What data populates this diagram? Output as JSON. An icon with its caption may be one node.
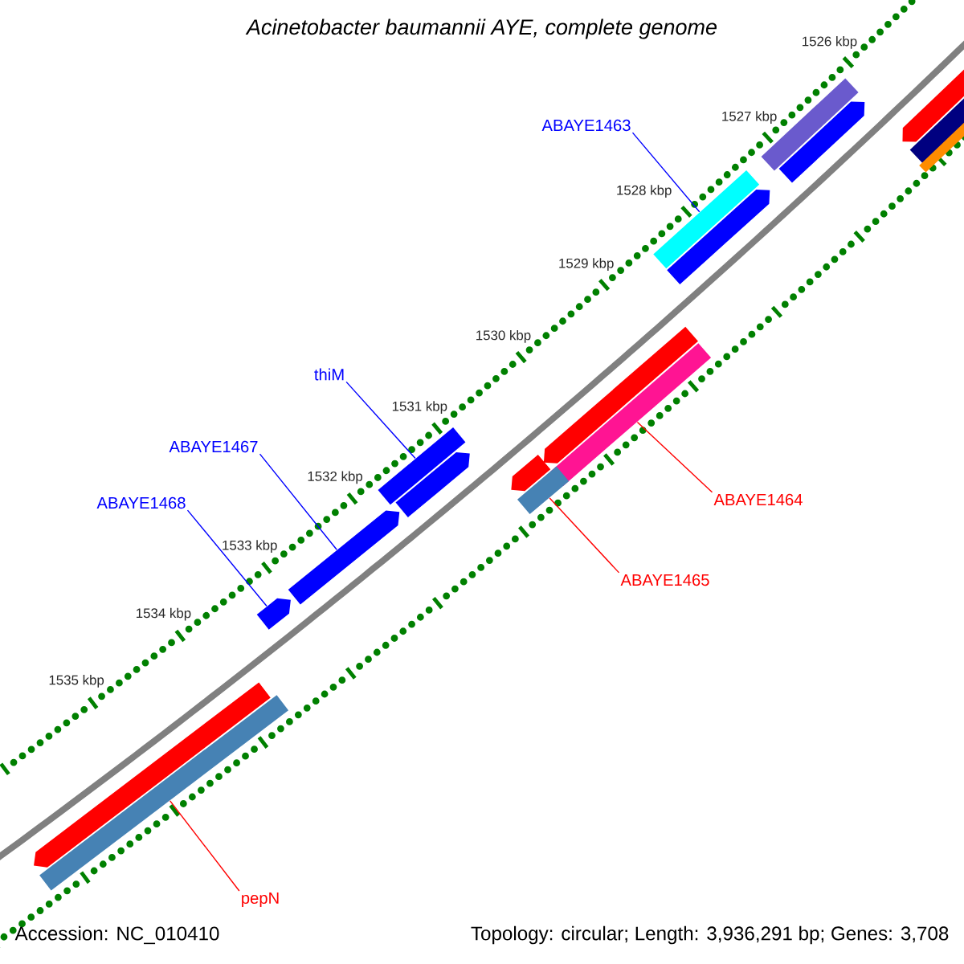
{
  "diagram": {
    "title": "Acinetobacter baumannii AYE, complete genome",
    "nodes": [
      {
        "text": [
          "ABAYE1463"
        ]
      },
      {
        "text": [],
        "shape": "bar"
      },
      {
        "text": [
          "thiM"
        ]
      },
      {
        "text": [],
        "shape": "bar"
      },
      {
        "text": [
          "ABAYE1467"
        ]
      },
      {
        "text": [],
        "shape": "arrow"
      },
      {
        "text": [
          "ABAYE1468"
        ]
      },
      {
        "text": [],
        "shape": "arrow"
      },
      {
        "text": [
          "ABAYE1464"
        ]
      },
      {
        "text": [],
        "shape": "bar"
      },
      {
        "text": [
          "ABAYE1465"
        ]
      },
      {
        "text": [],
        "shape": "bar"
      },
      {
        "text": [
          "pepN"
        ]
      },
      {
        "text": [],
        "shape": "bar"
      },
      {
        "text": [],
        "shape": "bar"
      },
      {
        "text": [],
        "shape": "arrow"
      },
      {
        "text": [],
        "shape": "arrow"
      },
      {
        "text": [],
        "shape": "arrow"
      },
      {
        "text": [],
        "shape": "arrow"
      },
      {
        "text": [],
        "shape": "arrow"
      },
      {
        "text": [],
        "shape": "arrow"
      },
      {
        "text": [],
        "shape": "arrow"
      },
      {
        "text": [],
        "shape": "bar"
      },
      {
        "text": [],
        "shape": "bar"
      }
    ],
    "edges": [
      {
        "from": 0,
        "to": 1,
        "arrow": "none",
        "color": "#0000ff"
      },
      {
        "from": 2,
        "to": 3,
        "arrow": "none",
        "color": "#0000ff"
      },
      {
        "from": 4,
        "to": 5,
        "arrow": "none",
        "color": "#0000ff"
      },
      {
        "from": 6,
        "to": 7,
        "arrow": "none",
        "color": "#0000ff"
      },
      {
        "from": 8,
        "to": 9,
        "arrow": "none",
        "color": "#ff0000"
      },
      {
        "from": 10,
        "to": 11,
        "arrow": "none",
        "color": "#ff0000"
      },
      {
        "from": 12,
        "to": 13,
        "arrow": "none",
        "color": "#ff0000"
      }
    ],
    "labels": [
      "1526 kbp",
      "1527 kbp",
      "1528 kbp",
      "1529 kbp",
      "1530 kbp",
      "1531 kbp",
      "1532 kbp",
      "1533 kbp",
      "1534 kbp",
      "1535 kbp",
      "Accession: NC_010410",
      "Topology: circular; Length: 3,936,291 bp; Genes: 3,708"
    ]
  }
}
